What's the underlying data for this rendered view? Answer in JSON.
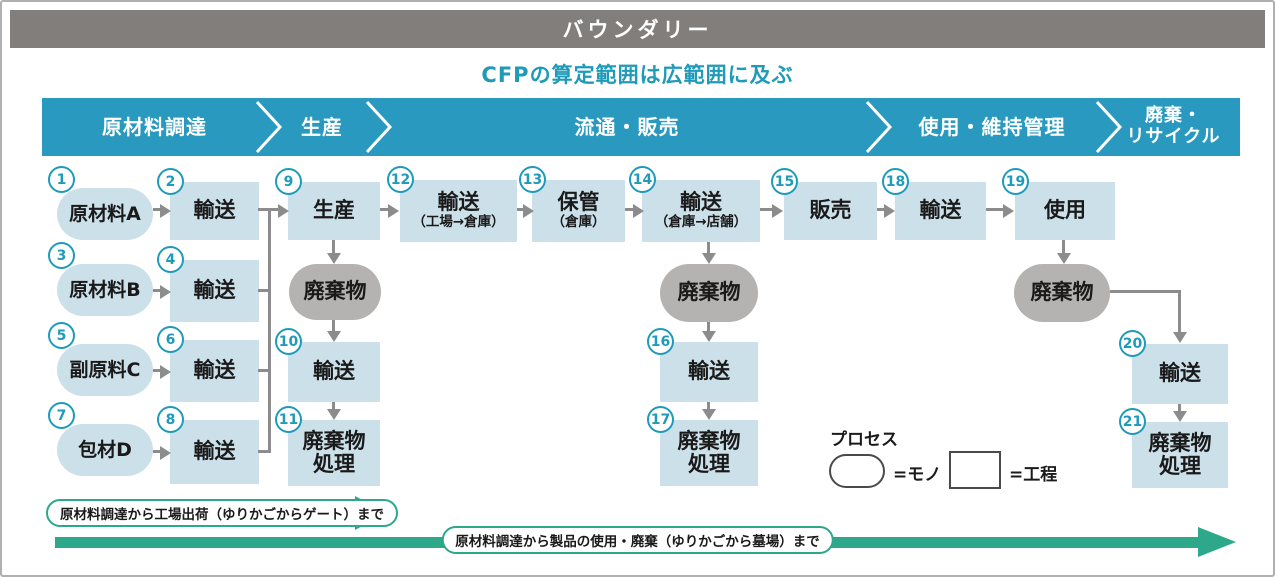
{
  "title": "バウンダリー",
  "subtitle": "CFPの算定範囲は広範囲に及ぶ",
  "phases": [
    {
      "label": "原材料調達"
    },
    {
      "label": "生産"
    },
    {
      "label": "流通・販売"
    },
    {
      "label": "使用・維持管理"
    },
    {
      "label": "廃棄・",
      "label2": "リサイクル"
    }
  ],
  "nodes": {
    "n1": {
      "num": "1",
      "label": "原材料A"
    },
    "n2": {
      "num": "2",
      "label": "輸送"
    },
    "n3": {
      "num": "3",
      "label": "原材料B"
    },
    "n4": {
      "num": "4",
      "label": "輸送"
    },
    "n5": {
      "num": "5",
      "label": "副原料C"
    },
    "n6": {
      "num": "6",
      "label": "輸送"
    },
    "n7": {
      "num": "7",
      "label": "包材D"
    },
    "n8": {
      "num": "8",
      "label": "輸送"
    },
    "n9": {
      "num": "9",
      "label": "生産"
    },
    "n10": {
      "num": "10",
      "label": "輸送"
    },
    "n11": {
      "num": "11",
      "label": "廃棄物",
      "label2": "処理"
    },
    "n12": {
      "num": "12",
      "label": "輸送",
      "sub": "（工場→倉庫）"
    },
    "n13": {
      "num": "13",
      "label": "保管",
      "sub": "（倉庫）"
    },
    "n14": {
      "num": "14",
      "label": "輸送",
      "sub": "（倉庫→店舗）"
    },
    "n15": {
      "num": "15",
      "label": "販売"
    },
    "n16": {
      "num": "16",
      "label": "輸送"
    },
    "n17": {
      "num": "17",
      "label": "廃棄物",
      "label2": "処理"
    },
    "n18": {
      "num": "18",
      "label": "輸送"
    },
    "n19": {
      "num": "19",
      "label": "使用"
    },
    "n20": {
      "num": "20",
      "label": "輸送"
    },
    "n21": {
      "num": "21",
      "label": "廃棄物",
      "label2": "処理"
    },
    "waste1": {
      "label": "廃棄物"
    },
    "waste2": {
      "label": "廃棄物"
    },
    "waste3": {
      "label": "廃棄物"
    }
  },
  "legend": {
    "title": "プロセス",
    "ellipse_label": "=モノ",
    "rect_label": "=工程"
  },
  "footer": {
    "gate_label": "原材料調達から工場出荷（ゆりかごからゲート）まで",
    "grave_label": "原材料調達から製品の使用・廃棄（ゆりかごから墓場）まで"
  },
  "colors": {
    "header_gray": "#817e7c",
    "banner_teal": "#2999bf",
    "box_blue": "#cce0ea",
    "waste_gray": "#b4b3b1",
    "number_teal": "#1e9aba",
    "arrow_gray": "#8c8c8c",
    "accent_green": "#2da88b",
    "subtitle_teal": "#1f9ab9"
  }
}
